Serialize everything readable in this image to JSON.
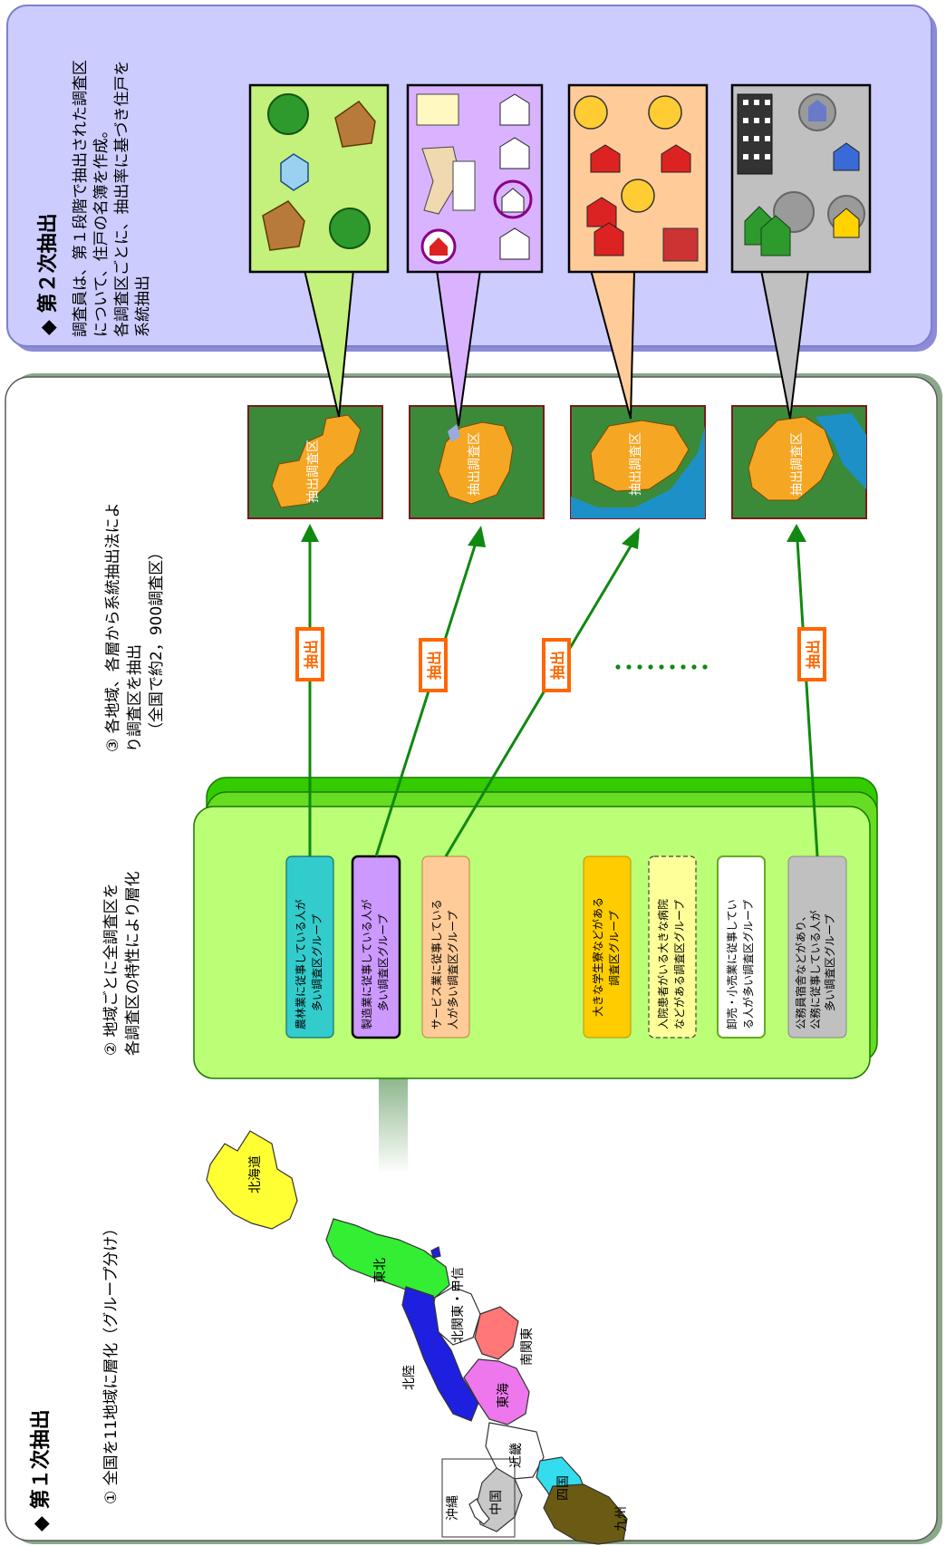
{
  "first_stage": {
    "title": "◆ 第１次抽出",
    "step1": "① 全国を11地域に層化（グループ分け）",
    "step2_line1": "② 地域ごとに全調査区を",
    "step2_line2": "各調査区の特性により層化",
    "step3_line1": "③ 各地域、各層から系統抽出法によ",
    "step3_line2": "り調査区を抽出",
    "step3_line3": "（全国で約2，900調査区）"
  },
  "second_stage": {
    "title": "◆ 第２次抽出",
    "desc_line1": "調査員は、第１段階で抽出された調査区",
    "desc_line2": "について、住戸の名簿を作成。",
    "desc_line3": "各調査区ごとに、抽出率に基づき住戸を",
    "desc_line4": "系統抽出"
  },
  "regions": [
    "北海道",
    "東北",
    "北関東・甲信",
    "南関東",
    "北陸",
    "東海",
    "近畿",
    "中国",
    "四国",
    "九州",
    "沖縄"
  ],
  "groups": [
    {
      "label": "農林業に従事している人が多い調査区グループ",
      "color": "#33cccc"
    },
    {
      "label": "製造業に従事している人が多い調査区グループ",
      "color": "#cc99ff"
    },
    {
      "label": "サービス業に従事している人が多い調査区グループ",
      "color": "#ffcc99"
    },
    {
      "label": "大きな学生寮などがある調査区グループ",
      "color": "#ffcc00"
    },
    {
      "label": "入院患者がいる大きな病院などがある調査区グループ",
      "color": "#ffff99"
    },
    {
      "label": "卸売・小売業に従事している人が多い調査区グループ",
      "color": "#ffffff"
    },
    {
      "label": "公務員宿舎などがあり、公務に従事している人が多い調査区グループ",
      "color": "#c0c0c0"
    }
  ],
  "extract_label": "抽出",
  "district_label": "抽出調査区",
  "colors": {
    "top_panel": "#ccccff",
    "green_layer": "#bbff77",
    "arrow_green": "#118811",
    "map_bg": "#3a8a3a",
    "district_orange": "#f5a623",
    "callouts": [
      "#c4f07c",
      "#d9b3ff",
      "#ffcc99",
      "#c0c0c0"
    ]
  }
}
